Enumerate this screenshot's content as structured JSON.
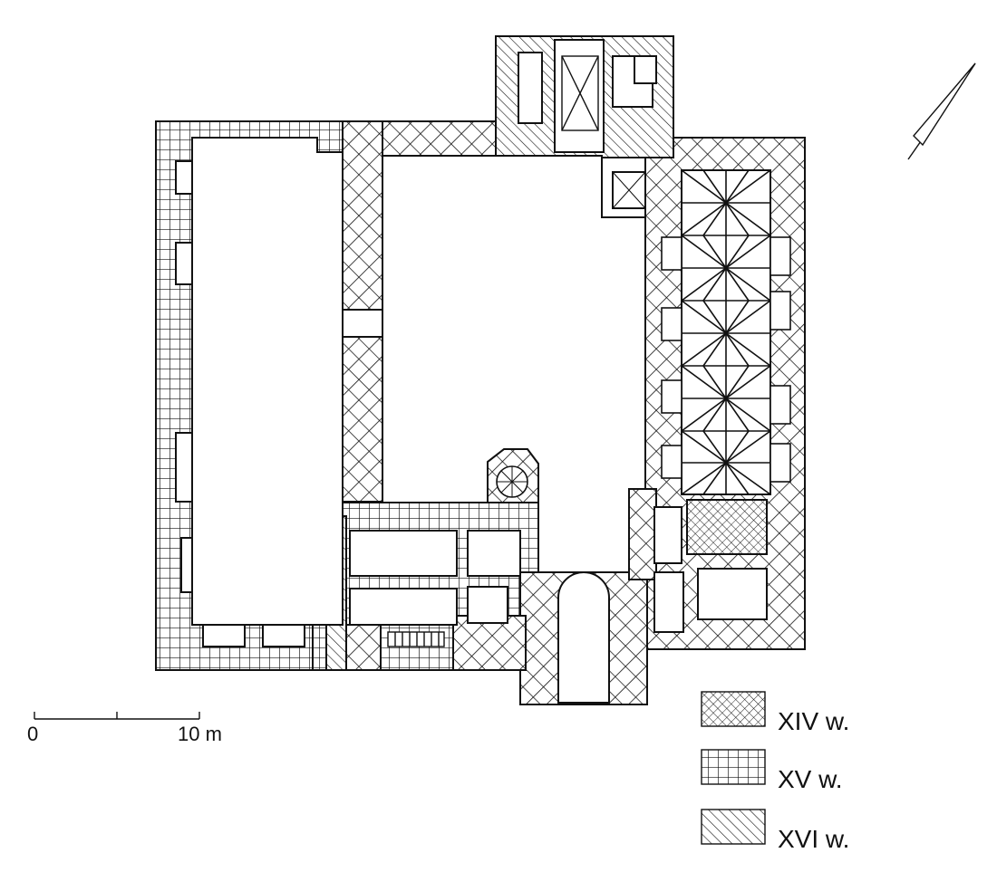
{
  "scale_bar": {
    "start_label": "0",
    "end_label": "10 m"
  },
  "legend": [
    {
      "key": "xiv",
      "label": "XIV w.",
      "pattern": "fine-diagonal-crosshatch"
    },
    {
      "key": "xv",
      "label": "XV w.",
      "pattern": "square-grid"
    },
    {
      "key": "xvi",
      "label": "XVI w.",
      "pattern": "diagonal-hatch"
    }
  ],
  "icons": {
    "north_arrow": "north-arrow-icon",
    "spiral_stair": "spiral-staircase-icon"
  },
  "colors": {
    "ink": "#111111",
    "paper": "#ffffff"
  }
}
